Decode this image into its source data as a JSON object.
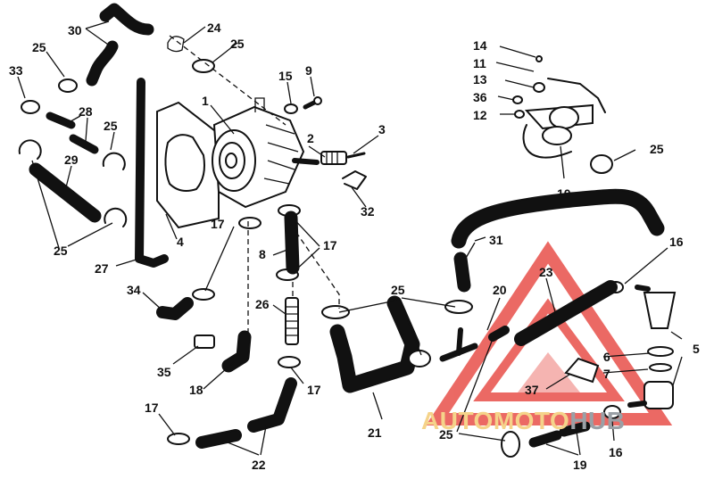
{
  "watermark": {
    "part1": "AUTOMOTO",
    "part2": "HUB",
    "color_part1": "#f5d38a",
    "color_part2": "#9aa0a6",
    "logo_color": "#e8504a"
  },
  "callouts": [
    "30",
    "24",
    "25",
    "25",
    "33",
    "28",
    "25",
    "29",
    "25",
    "27",
    "4",
    "1",
    "15",
    "9",
    "2",
    "3",
    "32",
    "17",
    "17",
    "8",
    "34",
    "26",
    "35",
    "18",
    "17",
    "17",
    "22",
    "25",
    "21",
    "20",
    "14",
    "11",
    "13",
    "36",
    "12",
    "25",
    "10",
    "31",
    "16",
    "23",
    "6",
    "7",
    "5",
    "37",
    "25",
    "16",
    "19"
  ]
}
